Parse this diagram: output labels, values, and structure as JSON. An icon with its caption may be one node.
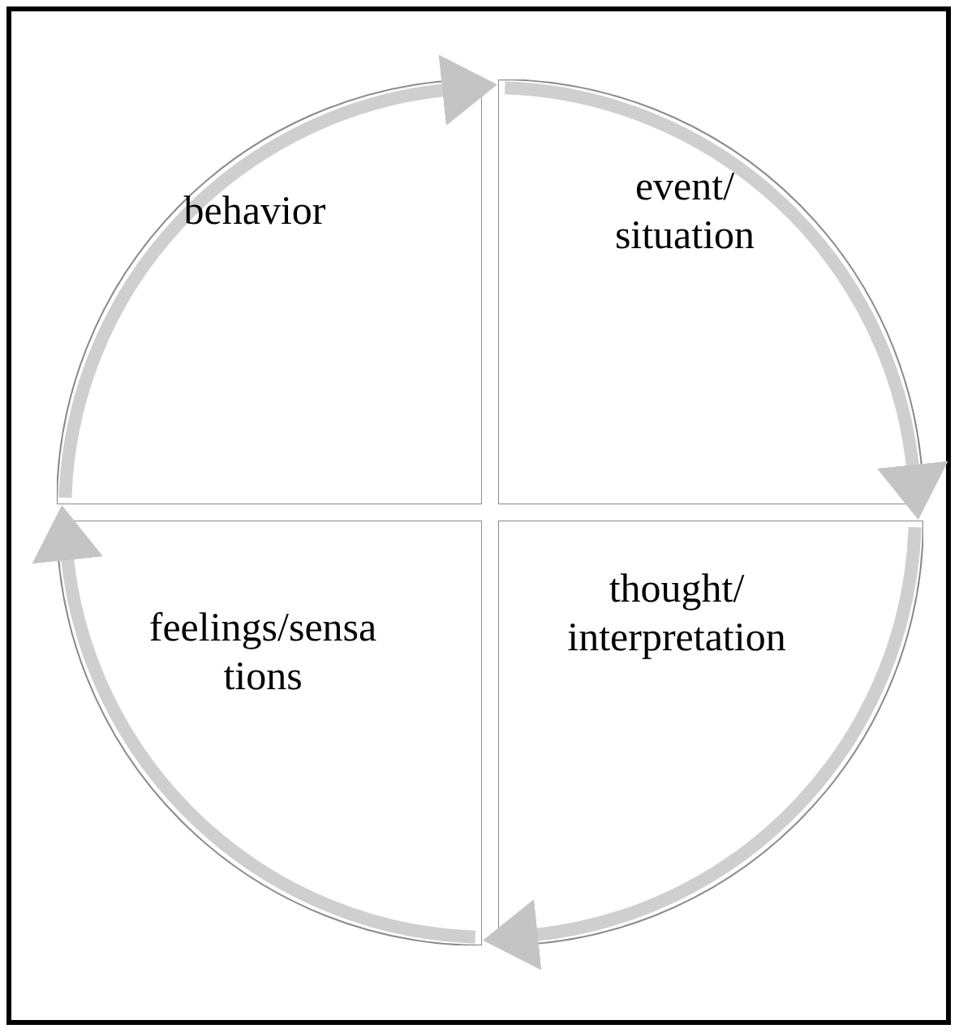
{
  "diagram": {
    "nodes": [
      {
        "text": [
          "behavior"
        ]
      },
      {
        "text": [
          "event/ situation"
        ]
      },
      {
        "text": [
          "thought/ interpretation"
        ]
      },
      {
        "text": [
          "feelings/sensa tions"
        ]
      }
    ],
    "edges": [
      {
        "from": 0,
        "to": 1,
        "arrow": "to"
      },
      {
        "from": 1,
        "to": 2,
        "arrow": "to"
      },
      {
        "from": 2,
        "to": 3,
        "arrow": "to"
      },
      {
        "from": 3,
        "to": 0,
        "arrow": "to"
      }
    ]
  }
}
